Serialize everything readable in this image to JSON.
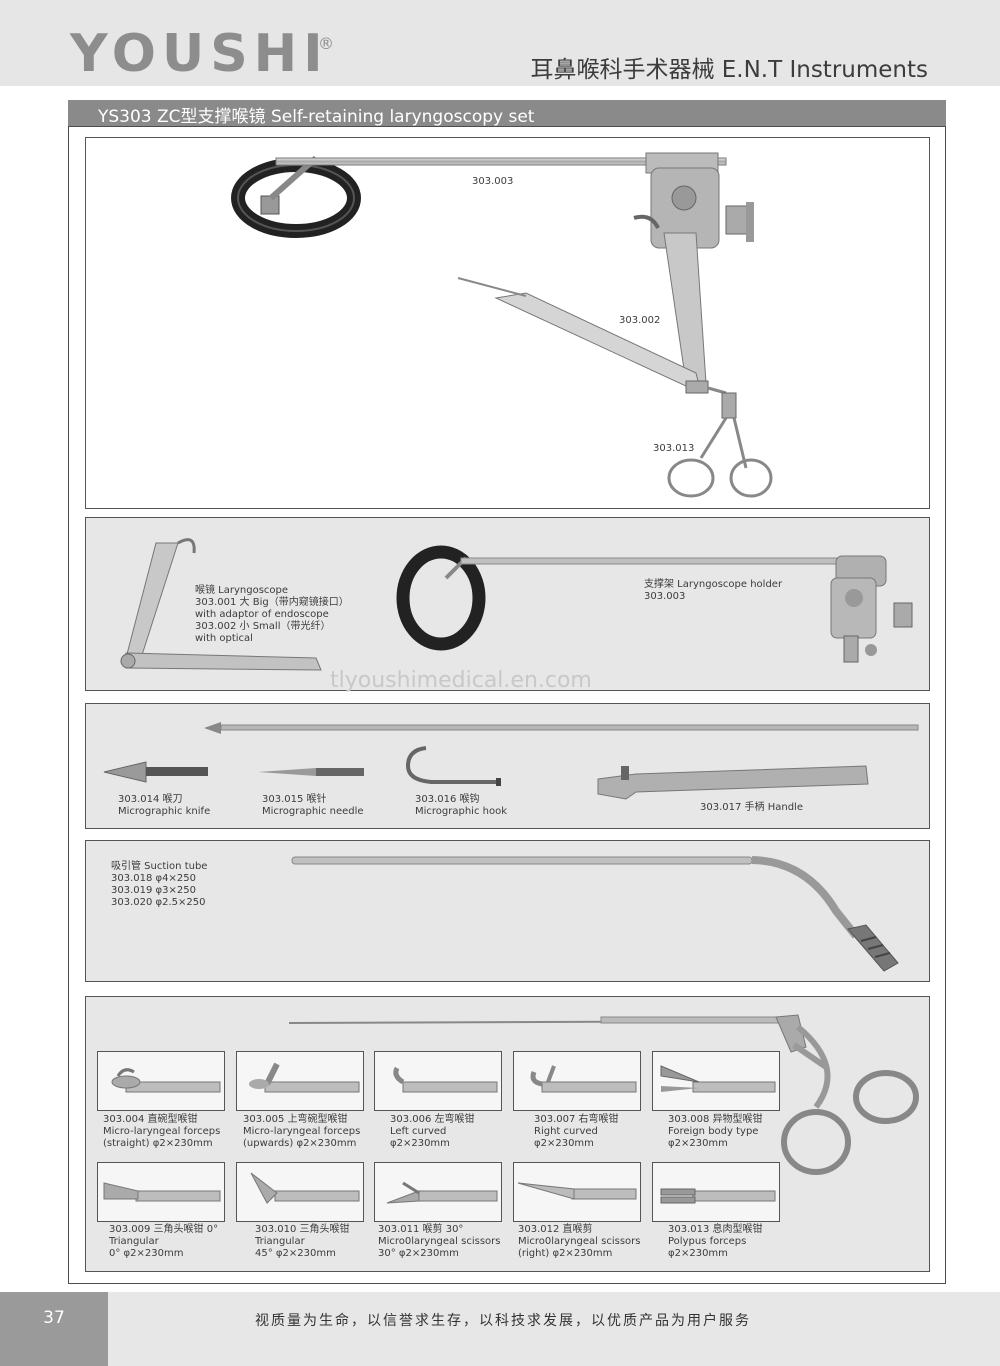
{
  "header": {
    "brand": "YOUSHI",
    "registered": "®",
    "category": "耳鼻喉科手术器械 E.N.T Instruments"
  },
  "section_title": "YS303  ZC型支撑喉镜 Self-retaining laryngoscopy set",
  "panel1": {
    "label_holder": "303.003",
    "label_laryngoscope": "303.002",
    "label_forceps": "303.013"
  },
  "panel2": {
    "laryngoscope": [
      "喉镜 Laryngoscope",
      "303.001 大 Big（带内窥镜接口）",
      "with adaptor of endoscope",
      "303.002 小 Small（带光纤）",
      "with optical"
    ],
    "holder": [
      "支撑架 Laryngoscope holder",
      "303.003"
    ],
    "watermark": "tlyoushimedical.en.com"
  },
  "panel3": {
    "knife": [
      "303.014 喉刀",
      "Micrographic knife"
    ],
    "needle": [
      "303.015 喉针",
      "Micrographic needle"
    ],
    "hook": [
      "303.016 喉钩",
      "Micrographic hook"
    ],
    "handle": "303.017 手柄 Handle"
  },
  "panel4": {
    "suction": [
      "吸引管 Suction tube",
      "303.018 φ4×250",
      "303.019 φ3×250",
      "303.020 φ2.5×250"
    ]
  },
  "forceps": [
    {
      "lines": [
        "303.004 直碗型喉钳",
        "Micro-laryngeal forceps",
        "(straight) φ2×230mm"
      ]
    },
    {
      "lines": [
        "303.005 上弯碗型喉钳",
        "Micro-laryngeal forceps",
        "(upwards) φ2×230mm"
      ]
    },
    {
      "lines": [
        "303.006 左弯喉钳",
        "Left curved",
        "φ2×230mm"
      ]
    },
    {
      "lines": [
        "303.007 右弯喉钳",
        "Right curved",
        "φ2×230mm"
      ]
    },
    {
      "lines": [
        "303.008 异物型喉钳",
        "Foreign body type",
        "φ2×230mm"
      ]
    },
    {
      "lines": [
        "303.009 三角头喉钳 0°",
        "Triangular",
        "0° φ2×230mm"
      ]
    },
    {
      "lines": [
        "303.010 三角头喉钳",
        "Triangular",
        "45° φ2×230mm"
      ]
    },
    {
      "lines": [
        "303.011 喉剪 30°",
        "Micro0laryngeal scissors",
        "30° φ2×230mm"
      ]
    },
    {
      "lines": [
        "303.012 直喉剪",
        "Micro0laryngeal scissors",
        "(right) φ2×230mm"
      ]
    },
    {
      "lines": [
        "303.013 息肉型喉钳",
        "Polypus forceps",
        "φ2×230mm"
      ]
    }
  ],
  "footer": {
    "page": "37",
    "slogan": "视质量为生命，以信誉求生存，以科技求发展，以优质产品为用户服务"
  }
}
